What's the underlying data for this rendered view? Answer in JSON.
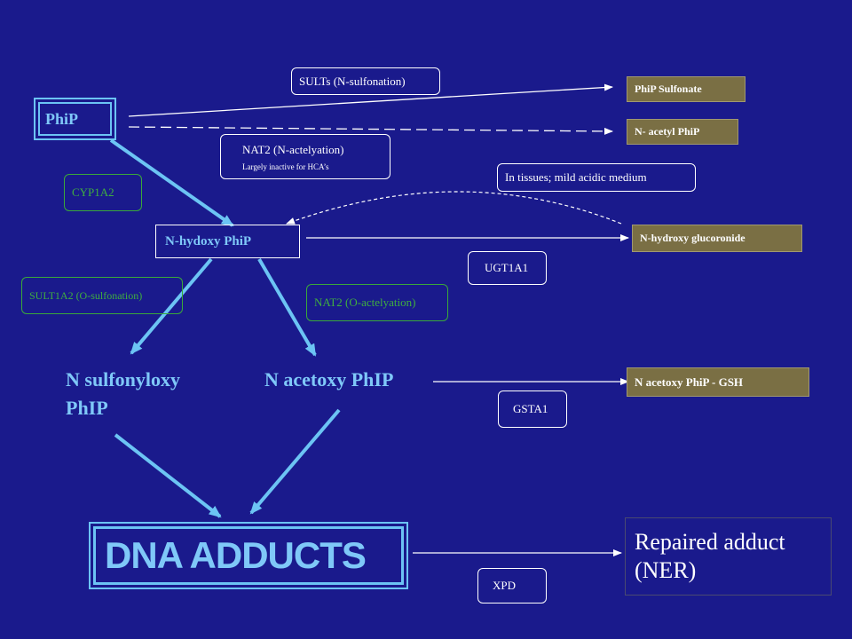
{
  "colors": {
    "background": "#1a1a8c",
    "arrow_blue": "#6cc4f4",
    "text_light_blue": "#7fc8f8",
    "enzyme_green": "#3fae3f",
    "product_box": "#7a6f44",
    "white": "#ffffff"
  },
  "nodes": {
    "phip": "PhiP",
    "n_hydroxy_phip": "N-hydoxy PhiP",
    "n_sulfonyloxy": "N sulfonyloxy\nPhIP",
    "n_acetoxy": "N acetoxy PhIP",
    "dna_adducts": "DNA ADDUCTS"
  },
  "products": {
    "phip_sulfonate": "PhiP Sulfonate",
    "n_acetyl_phip": "N- acetyl PhiP",
    "n_hydroxy_glucoronide": "N-hydroxy glucoronide",
    "n_acetoxy_gsh": "N acetoxy PhiP - GSH",
    "repaired_adduct": "Repaired adduct\n(NER)"
  },
  "enzymes": {
    "sults": "SULTs (N-sulfonation)",
    "nat2_n": "NAT2 (N-actelyation)",
    "nat2_n_note": "Largely inactive for HCA’s",
    "cyp1a2": "CYP1A2",
    "tissues_note": "In tissues; mild acidic medium",
    "ugt1a1": "UGT1A1",
    "sult1a2": "SULT1A2 (O-sulfonation)",
    "nat2_o": "NAT2 (O-actelyation)",
    "gsta1": "GSTA1",
    "xpd": "XPD"
  }
}
